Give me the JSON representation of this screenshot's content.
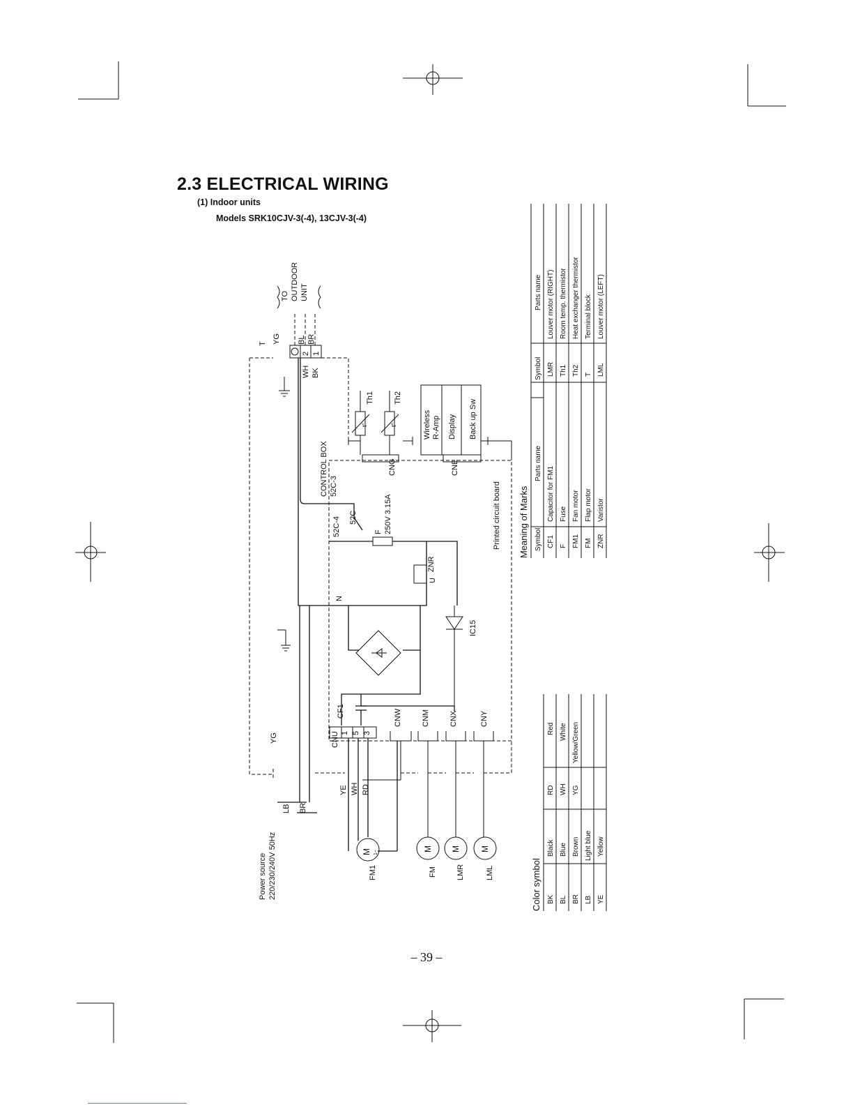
{
  "header": {
    "title": "2.3 ELECTRICAL WIRING",
    "subtitle": "(1)  Indoor units",
    "models": "Models SRK10CJV-3(-4), 13CJV-3(-4)"
  },
  "page_number": "– 39 –",
  "diagram": {
    "power_source_line1": "Power source",
    "power_source_line2": "220/230/240V 50Hz",
    "to_outdoor_1": "TO",
    "to_outdoor_2": "OUTDOOR",
    "to_outdoor_3": "UNIT",
    "control_box": "CONTROL BOX",
    "pcb": "Printed circuit board",
    "terminal_symbol": "T",
    "wire_labels": {
      "yg": "YG",
      "bl": "BL",
      "br": "BR",
      "wh": "WH",
      "bk": "BK",
      "lb": "LB",
      "ye": "YE",
      "rd": "RD"
    },
    "terminal_numbers": {
      "t2": "2",
      "t1": "1"
    },
    "connectors": {
      "cng": "CNG",
      "cne": "CNE",
      "cnu": "CNU",
      "cnw": "CNW",
      "cnm": "CNM",
      "cnx": "CNX",
      "cny": "CNY"
    },
    "pin_labels": {
      "p1": "1",
      "p5": "5",
      "p3": "3"
    },
    "relay_labels": {
      "c3": "52C-3",
      "c4": "52C-4",
      "c52": "52C",
      "n": "N"
    },
    "fuse_label": "F",
    "fuse_rating": "250V 3.15A",
    "znr": "ZNR",
    "znr_u": "U",
    "ic": "IC15",
    "cf_label": "CF1",
    "thermistors": {
      "th1": "Th1",
      "th2": "Th2",
      "t_mark": "t°"
    },
    "display_items": {
      "wireless": "Wireless",
      "ramp": "R-Amp",
      "display": "Display",
      "backup": "Back up Sw"
    },
    "motors": {
      "fm1": "FM1",
      "fm": "FM",
      "lmr": "LMR",
      "lml": "LML",
      "m": "M",
      "tilde": "1~"
    }
  },
  "marks_table": {
    "title": "Meaning of Marks",
    "headers": [
      "Symbol",
      "Parts name",
      "Symbol",
      "Parts name"
    ],
    "rows": [
      [
        "CF1",
        "Capacitor for  FM1",
        "LMR",
        "Louver motor (RIGHT)"
      ],
      [
        "F",
        "Fuse",
        "Th1",
        "Room temp. thermistor"
      ],
      [
        "FM1",
        "Fan motor",
        "Th2",
        "Heat exchanger thermistor"
      ],
      [
        "FM",
        "Flap motor",
        "T",
        "Terminal block"
      ],
      [
        "ZNR",
        "Varistor",
        "LML",
        "Louver motor (LEFT)"
      ]
    ]
  },
  "color_table": {
    "title": "Color symbol",
    "rows": [
      [
        "BK",
        "Black",
        "RD",
        "Red"
      ],
      [
        "BL",
        "Blue",
        "WH",
        "White"
      ],
      [
        "BR",
        "Brown",
        "YG",
        "Yellow/Green"
      ],
      [
        "LB",
        "Light blue",
        "",
        ""
      ],
      [
        "YE",
        "Yellow",
        "",
        ""
      ]
    ]
  }
}
